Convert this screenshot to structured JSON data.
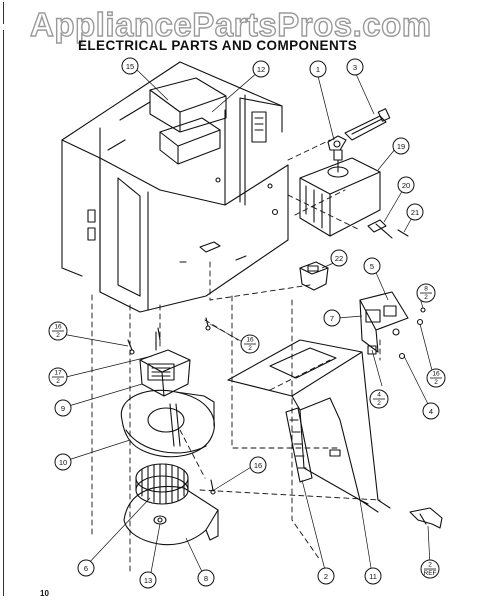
{
  "watermark": "AppliancePartsPros.com",
  "title": "ELECTRICAL PARTS AND COMPONENTS",
  "page_number": "10",
  "callouts": [
    {
      "id": "c15",
      "label": "15"
    },
    {
      "id": "c12",
      "label": "12"
    },
    {
      "id": "c1",
      "label": "1"
    },
    {
      "id": "c3",
      "label": "3"
    },
    {
      "id": "c19",
      "label": "19"
    },
    {
      "id": "c20",
      "label": "20"
    },
    {
      "id": "c21",
      "label": "21"
    },
    {
      "id": "c22",
      "label": "22"
    },
    {
      "id": "c5",
      "label": "5"
    },
    {
      "id": "c7",
      "label": "7"
    },
    {
      "id": "c4",
      "label": "4"
    },
    {
      "id": "c16b",
      "label": "16"
    },
    {
      "id": "c9",
      "label": "9"
    },
    {
      "id": "c10",
      "label": "10"
    },
    {
      "id": "c6",
      "label": "6"
    },
    {
      "id": "c13",
      "label": "13"
    },
    {
      "id": "c8",
      "label": "8"
    },
    {
      "id": "c2",
      "label": "2"
    },
    {
      "id": "c11",
      "label": "11"
    }
  ],
  "fraction_callouts": [
    {
      "id": "f8_2",
      "top": "8",
      "bottom": "2"
    },
    {
      "id": "f16_2_left",
      "top": "16",
      "bottom": "2"
    },
    {
      "id": "f16_2_mid",
      "top": "16",
      "bottom": "2"
    },
    {
      "id": "f17_2",
      "top": "17",
      "bottom": "2"
    },
    {
      "id": "f4_2",
      "top": "4",
      "bottom": "2"
    },
    {
      "id": "f16_2_right",
      "top": "16",
      "bottom": "2"
    },
    {
      "id": "f2_ref",
      "top": "2",
      "bottom": "REF"
    }
  ]
}
